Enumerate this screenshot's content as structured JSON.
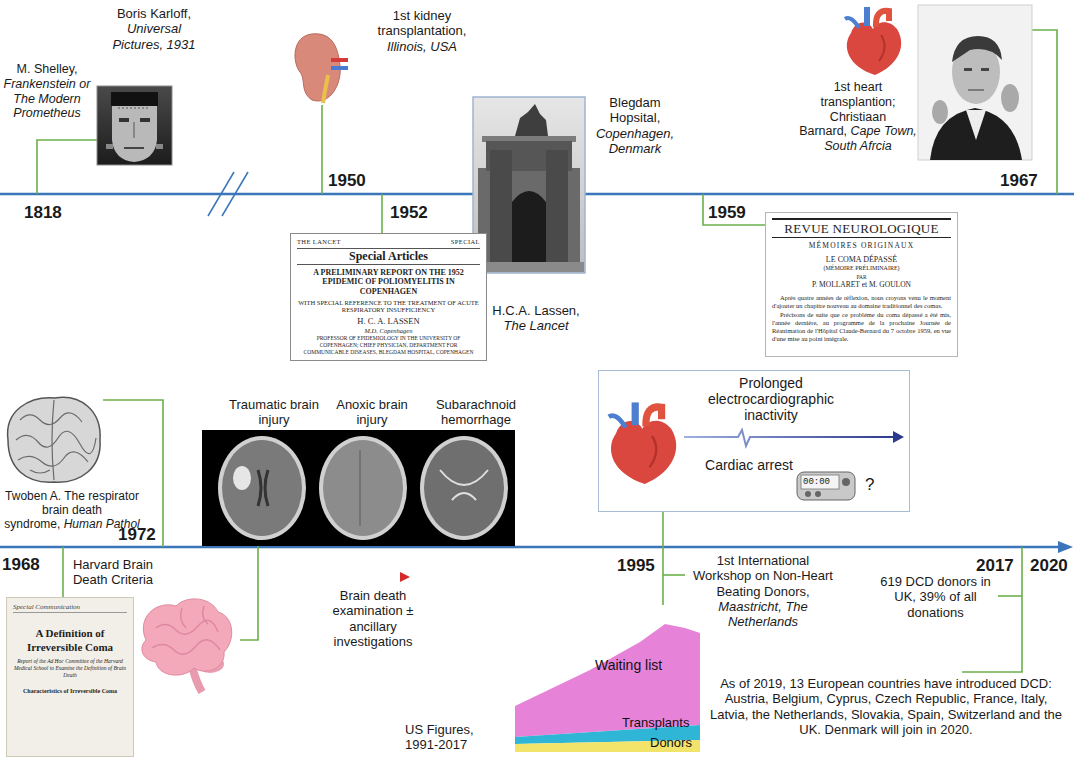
{
  "diagram": {
    "nodes": [
      {
        "text": [
          "THE LANCET",
          "SPECIAL",
          "Special Articles",
          "A PRELIMINARY REPORT ON THE 1952 EPIDEMIC OF POLIOMYELITIS IN COPENHAGEN",
          "WITH SPECIAL REFERENCE TO THE TREATMENT OF ACUTE RESPIRATORY INSUFFICIENCY",
          "H. C. A. LASSEN",
          "M.D. Copenhagen",
          "PROFESSOR OF EPIDEMIOLOGY IN THE UNIVERSITY OF COPENHAGEN; CHIEF PHYSICIAN, DEPARTMENT FOR COMMUNICABLE DISEASES, BLEGDAM HOSPITAL, COPENHAGEN"
        ]
      },
      {
        "text": [
          "REVUE NEUROLOGIQUE",
          "MÉMOIRES ORIGINAUX",
          "LE COMA DÉPASSÉ",
          "(MÉMOIRE PRÉLIMINAIRE)",
          "PAR",
          "P. MOLLARET et M. GOULON",
          "Après quatre années de réflexion, nous croyons venu le moment d'ajouter un chapitre nouveau au domaine traditionnel des comas.",
          "Précisons de suite que ce problème du coma dépassé a été mis, l'année dernière, au programme de la prochaine Journée de Réanimation de l'Hôpital Claude-Bernard du 7 octobre 1959, en vue d'une mise au point intégrale."
        ]
      },
      {
        "text": [
          "Prolonged electrocardiographic inactivity",
          "Cardiac arrest",
          "?"
        ]
      },
      {
        "text": [
          "Special Communication",
          "A Definition of Irreversible Coma",
          "Report of the Ad Hoc Committee of the Harvard Medical School to Examine the Definition of Brain Death",
          "Characteristics of Irreversible Coma"
        ]
      },
      {
        "text": [
          "Waiting list",
          "Transplants",
          "Donors"
        ]
      }
    ],
    "edges": [
      {
        "from": 2,
        "to": 4,
        "arrow": "none"
      }
    ],
    "labels": [
      "M. Shelley,",
      "Frankenstein or The Modern Prometheus",
      "Boris Karloff,",
      "Universal Pictures, 1931",
      "1818",
      "1st kidney transplantation,",
      "Illinois, USA",
      "1950",
      "1952",
      "Blegdam Hopsital,",
      "Copenhagen, Denmark",
      "H.C.A. Lassen,",
      "The Lancet",
      "1959",
      "1st heart transplantion; Christiaan Barnard,",
      "Cape Town, South Afrcia",
      "1967",
      "Twoben A. The respirator brain death syndrome,",
      "Human Pathol",
      "1972",
      "1968",
      "Harvard Brain Death Criteria",
      "Traumatic brain injury",
      "Anoxic brain injury",
      "Subarachnoid hemorrhage",
      "Brain death examination ± ancillary investigations",
      "1995",
      "1st International Workshop on Non-Heart Beating Donors,",
      "Maastricht, The Netherlands",
      "US Figures, 1991-2017",
      "2017",
      "619 DCD donors in UK, 39% of all donations",
      "2020",
      "As of 2019, 13 European countries have introduced DCD: Austria, Belgium, Cyprus, Czech Republic, France, Italy, Latvia, the Netherlands, Slovakia, Spain, Switzerland and the UK. Denmark will join in 2020.",
      "00:00"
    ]
  }
}
